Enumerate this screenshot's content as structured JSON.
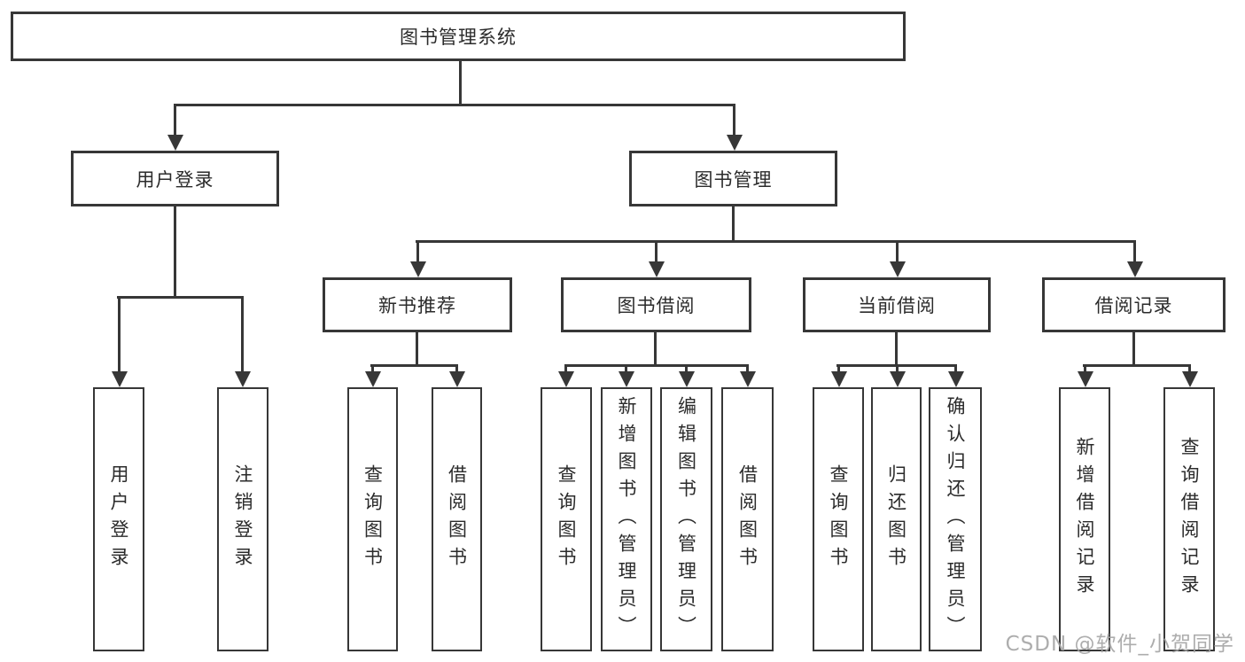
{
  "tree": {
    "label": "图书管理系统",
    "children": [
      {
        "label": "用户登录",
        "children": [
          {
            "label": "用户登录"
          },
          {
            "label": "注销登录"
          }
        ]
      },
      {
        "label": "图书管理",
        "children": [
          {
            "label": "新书推荐",
            "children": [
              {
                "label": "查询图书"
              },
              {
                "label": "借阅图书"
              }
            ]
          },
          {
            "label": "图书借阅",
            "children": [
              {
                "label": "查询图书"
              },
              {
                "label": "新增图书（管理员）"
              },
              {
                "label": "编辑图书（管理员）"
              },
              {
                "label": "借阅图书"
              }
            ]
          },
          {
            "label": "当前借阅",
            "children": [
              {
                "label": "查询图书"
              },
              {
                "label": "归还图书"
              },
              {
                "label": "确认归还（管理员）"
              }
            ]
          },
          {
            "label": "借阅记录",
            "children": [
              {
                "label": "新增借阅记录"
              },
              {
                "label": "查询借阅记录"
              }
            ]
          }
        ]
      }
    ]
  },
  "watermark": {
    "text": "CSDN @软件_小贺同学"
  },
  "colors": {
    "line": "#373737",
    "text": "#2b2b2b",
    "background": "#ffffff",
    "watermark": "#a4a4a4"
  }
}
